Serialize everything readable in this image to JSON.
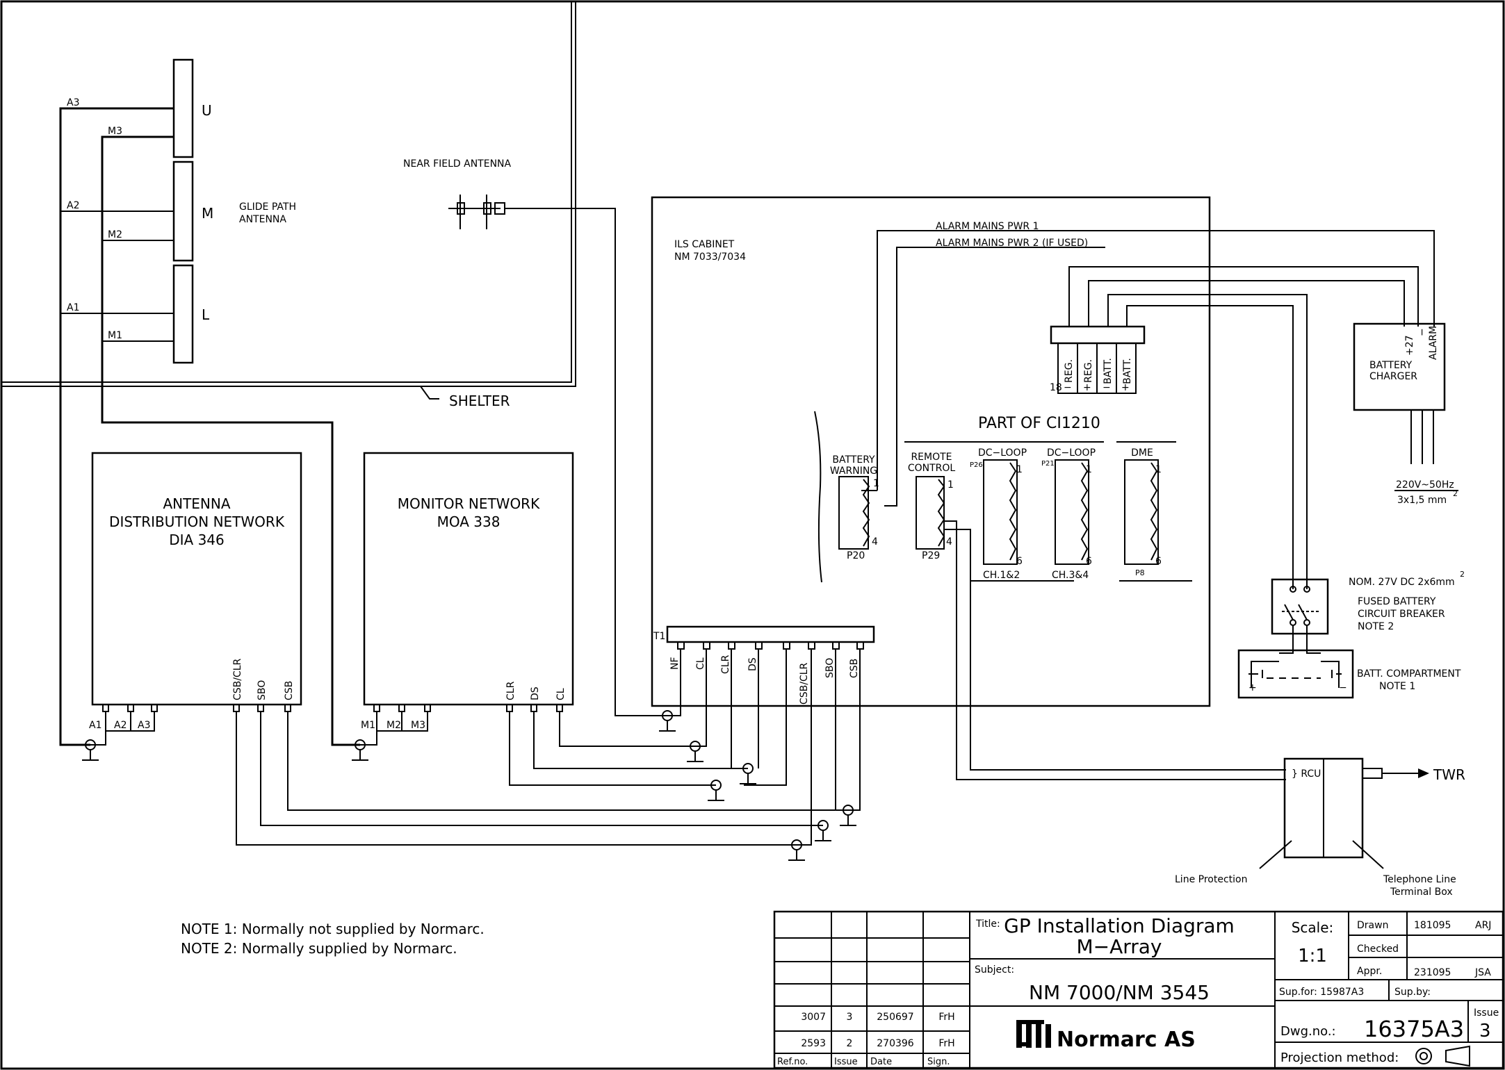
{
  "glide_path": {
    "label_u": "U",
    "label_m": "M",
    "label_l": "L",
    "antenna_label_1": "GLIDE PATH",
    "antenna_label_2": "ANTENNA",
    "a3": "A3",
    "m3": "M3",
    "a2": "A2",
    "m2": "M2",
    "a1": "A1",
    "m1": "M1"
  },
  "near_field": {
    "label": "NEAR FIELD ANTENNA"
  },
  "shelter": {
    "label": "SHELTER"
  },
  "adn": {
    "title_1": "ANTENNA",
    "title_2": "DISTRIBUTION NETWORK",
    "title_3": "DIA 346",
    "ports_top": [
      "CSB/CLR",
      "SBO",
      "CSB"
    ],
    "ports_bottom": [
      "A1",
      "A2",
      "A3"
    ]
  },
  "monitor": {
    "title_1": "MONITOR NETWORK",
    "title_2": "MOA 338",
    "ports_top": [
      "CLR",
      "DS",
      "CL"
    ],
    "ports_bottom": [
      "M1",
      "M2",
      "M3"
    ]
  },
  "cabinet": {
    "title_1": "ILS CABINET",
    "title_2": "NM 7033/7034",
    "alarm_1": "ALARM MAINS PWR 1",
    "alarm_2": "ALARM MAINS PWR 2 (IF USED)",
    "terminals": [
      "REG.",
      "REG.",
      "BATT.",
      "BATT."
    ],
    "terminal_signs": [
      "−",
      "+",
      "−",
      "+"
    ],
    "terminal_num": "18",
    "part_of": "PART OF CI1210",
    "battery_warning_1": "BATTERY",
    "battery_warning_2": "WARNING",
    "remote_control_1": "REMOTE",
    "remote_control_2": "CONTROL",
    "dc_loop_1": "DC−LOOP",
    "dc_loop_2": "DC−LOOP",
    "dme": "DME",
    "p20": "P20",
    "p29": "P29",
    "p26": "P26",
    "p21": "P21",
    "p8": "P8",
    "ch12": "CH.1&2",
    "ch34": "CH.3&4",
    "pin_1": "1",
    "pin_4": "4",
    "pin_6": "6",
    "t1": "T1",
    "t1_ports": [
      "NF",
      "CL",
      "CLR",
      "DS",
      "CSB/CLR",
      "SBO",
      "CSB"
    ]
  },
  "charger": {
    "title_1": "BATTERY",
    "title_2": "CHARGER",
    "plus27": "+27",
    "minus": "−",
    "alarm": "ALARM",
    "mains_1": "220V~50Hz",
    "mains_2": "3x1,5 mm",
    "mains_sup": "2"
  },
  "breaker": {
    "nom": "NOM. 27V DC 2x6mm",
    "nom_sup": "2",
    "line_1": "FUSED BATTERY",
    "line_2": "CIRCUIT BREAKER",
    "line_3": "NOTE 2"
  },
  "battery": {
    "line_1": "BATT. COMPARTMENT",
    "line_2": "NOTE 1"
  },
  "rcu": {
    "label": "} RCU",
    "twr": "TWR",
    "line_protection": "Line Protection",
    "terminal_1": "Telephone Line",
    "terminal_2": "Terminal Box"
  },
  "notes": [
    "NOTE 1:  Normally not supplied by Normarc.",
    "NOTE 2:  Normally supplied by Normarc."
  ],
  "title_block": {
    "title_prefix": "Title:",
    "title_1": "GP Installation Diagram",
    "title_2": "M−Array",
    "subject_label": "Subject:",
    "subject": "NM 7000/NM 3545",
    "company": "Normarc AS",
    "scale_label": "Scale:",
    "scale": "1:1",
    "drawn_label": "Drawn",
    "drawn_date": "181095",
    "drawn_by": "ARJ",
    "checked_label": "Checked",
    "appr_label": "Appr.",
    "appr_date": "231095",
    "appr_by": "JSA",
    "sup_for": "Sup.for:  15987A3",
    "sup_by": "Sup.by:",
    "dwg_label": "Dwg.no.:",
    "dwg_no": "16375A3",
    "issue_label": "Issue",
    "issue": "3",
    "projection": "Projection method:",
    "rev_rows": [
      [
        "3007",
        "3",
        "250697",
        "FrH"
      ],
      [
        "2593",
        "2",
        "270396",
        "FrH"
      ]
    ],
    "rev_headers": [
      "Ref.no.",
      "Issue",
      "Date",
      "Sign."
    ]
  }
}
